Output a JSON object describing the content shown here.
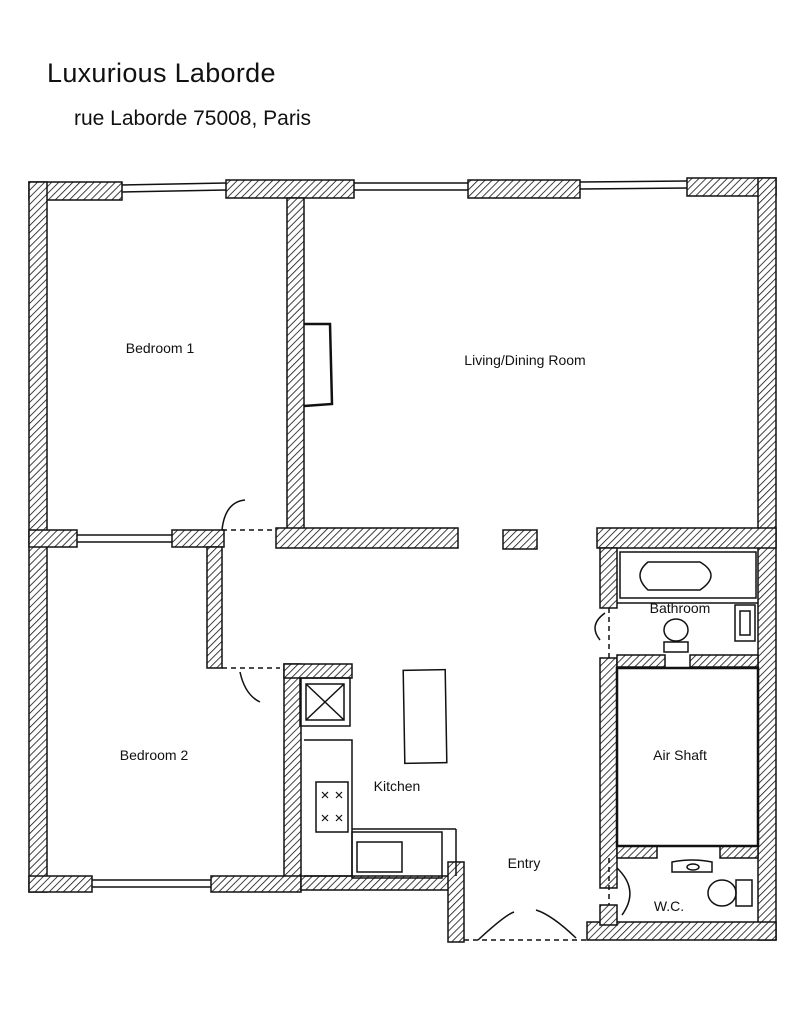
{
  "header": {
    "title": "Luxurious Laborde",
    "address": "rue Laborde 75008, Paris"
  },
  "rooms": {
    "bedroom1": "Bedroom 1",
    "living_dining": "Living/Dining Room",
    "bathroom": "Bathroom",
    "bedroom2": "Bedroom 2",
    "air_shaft": "Air Shaft",
    "kitchen": "Kitchen",
    "entry": "Entry",
    "wc": "W.C."
  },
  "colors": {
    "ink": "#111111",
    "paper": "#ffffff"
  }
}
